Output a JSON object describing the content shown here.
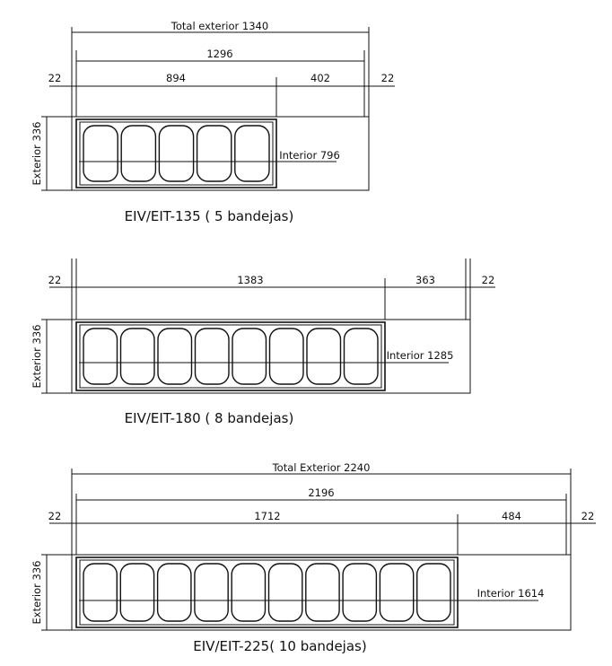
{
  "diagrams": [
    {
      "caption": "EIV/EIT-135 ( 5 bandejas)",
      "total_label": "Total exterior 1340",
      "span_label": "1296",
      "left_margin": "22",
      "right_margin": "22",
      "section_a": "894",
      "section_b": "402",
      "exterior_label": "Exterior 336",
      "interior_label": "Interior 796",
      "tray_count": 5
    },
    {
      "caption": "EIV/EIT-180 ( 8 bandejas)",
      "total_label": "",
      "span_label": "",
      "left_margin": "22",
      "right_margin": "22",
      "section_a": "1383",
      "section_b": "363",
      "exterior_label": "Exterior 336",
      "interior_label": "Interior 1285",
      "tray_count": 8
    },
    {
      "caption": "EIV/EIT-225( 10 bandejas)",
      "total_label": "Total Exterior 2240",
      "span_label": "2196",
      "left_margin": "22",
      "right_margin": "22",
      "section_a": "1712",
      "section_b": "484",
      "exterior_label": "Exterior 336",
      "interior_label": "Interior 1614",
      "tray_count": 10
    }
  ]
}
